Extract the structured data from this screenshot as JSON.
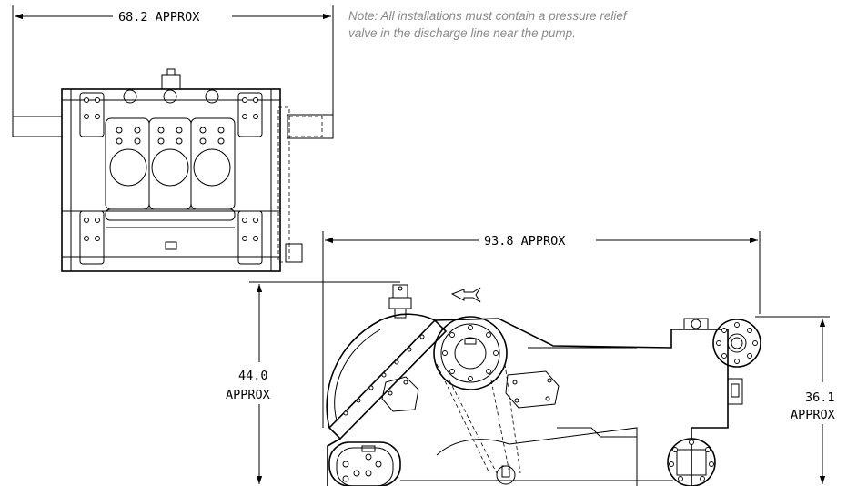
{
  "note": {
    "line1": "Note: All installations must contain a pressure relief",
    "line2": "valve in the discharge line near the pump."
  },
  "dimensions": {
    "top_width": "68.2  APPROX",
    "side_length": "93.8  APPROX",
    "height_left_value": "44.0",
    "height_left_unit": "APPROX",
    "height_right_value": "36.1",
    "height_right_unit": "APPROX"
  }
}
